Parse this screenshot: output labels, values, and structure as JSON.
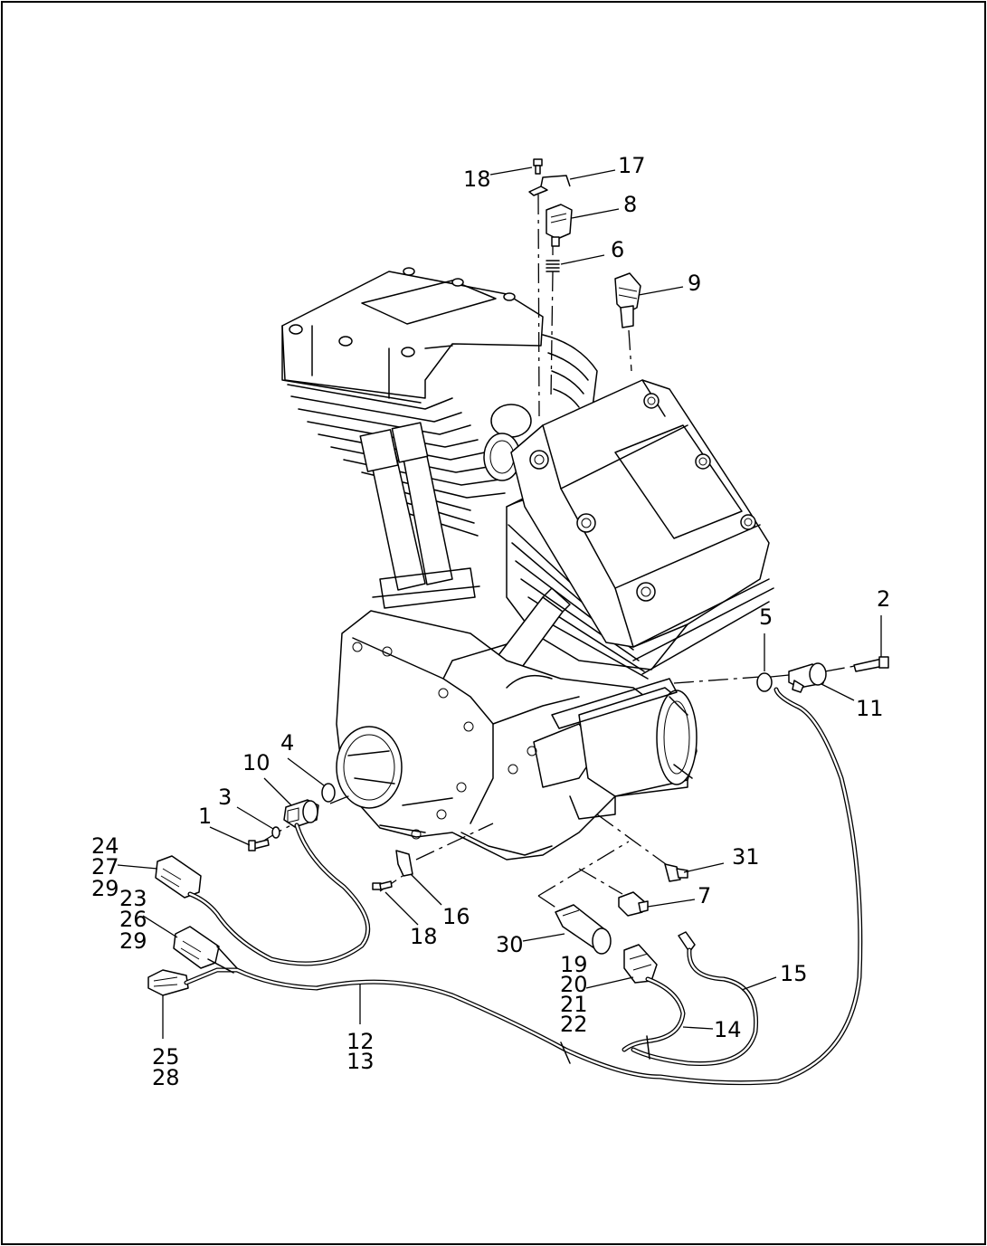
{
  "diagram": {
    "callouts": [
      {
        "id": "c1",
        "text": "1"
      },
      {
        "id": "c2",
        "text": "2"
      },
      {
        "id": "c3",
        "text": "3"
      },
      {
        "id": "c4",
        "text": "4"
      },
      {
        "id": "c5",
        "text": "5"
      },
      {
        "id": "c6",
        "text": "6"
      },
      {
        "id": "c7",
        "text": "7"
      },
      {
        "id": "c8",
        "text": "8"
      },
      {
        "id": "c9",
        "text": "9"
      },
      {
        "id": "c10",
        "text": "10"
      },
      {
        "id": "c11",
        "text": "11"
      },
      {
        "id": "c12",
        "text": "12"
      },
      {
        "id": "c13",
        "text": "13"
      },
      {
        "id": "c14",
        "text": "14"
      },
      {
        "id": "c15",
        "text": "15"
      },
      {
        "id": "c16",
        "text": "16"
      },
      {
        "id": "c17",
        "text": "17"
      },
      {
        "id": "c18a",
        "text": "18"
      },
      {
        "id": "c18b",
        "text": "18"
      },
      {
        "id": "c19",
        "text": "19"
      },
      {
        "id": "c20",
        "text": "20"
      },
      {
        "id": "c21",
        "text": "21"
      },
      {
        "id": "c22",
        "text": "22"
      },
      {
        "id": "c23",
        "text": "23"
      },
      {
        "id": "c24",
        "text": "24"
      },
      {
        "id": "c25",
        "text": "25"
      },
      {
        "id": "c26",
        "text": "26"
      },
      {
        "id": "c27",
        "text": "27"
      },
      {
        "id": "c28",
        "text": "28"
      },
      {
        "id": "c29a",
        "text": "29"
      },
      {
        "id": "c29b",
        "text": "29"
      },
      {
        "id": "c30",
        "text": "30"
      },
      {
        "id": "c31",
        "text": "31"
      }
    ]
  }
}
